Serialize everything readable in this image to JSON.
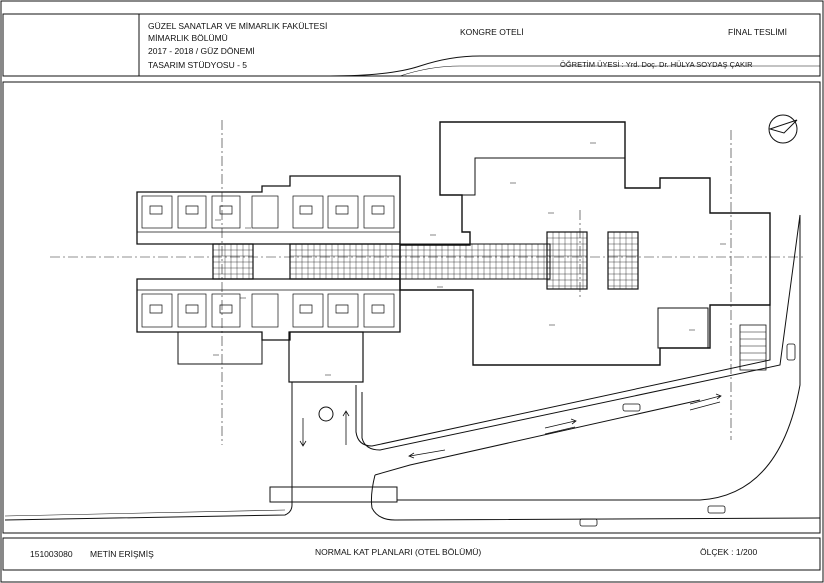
{
  "title_block": {
    "faculty": "GÜZEL SANATLAR VE MİMARLIK FAKÜLTESİ",
    "department": "MİMARLIK BÖLÜMÜ",
    "term": "2017 - 2018 / GÜZ DÖNEMİ",
    "course": "TASARIM STÜDYOSU - 5",
    "project": "KONGRE OTELİ",
    "submission": "FİNAL TESLİMİ",
    "instructor": "ÖĞRETİM ÜYESİ : Yrd. Doç. Dr. HÜLYA SOYDAŞ ÇAKIR"
  },
  "footer": {
    "student_number": "151003080",
    "student_name": "METİN ERİŞMİŞ",
    "drawing_title": "NORMAL KAT PLANLARI (OTEL BÖLÜMÜ)",
    "scale": "ÖLÇEK : 1/200"
  },
  "colors": {
    "line": "#111111",
    "paper": "#ffffff",
    "axis": "#222222"
  }
}
